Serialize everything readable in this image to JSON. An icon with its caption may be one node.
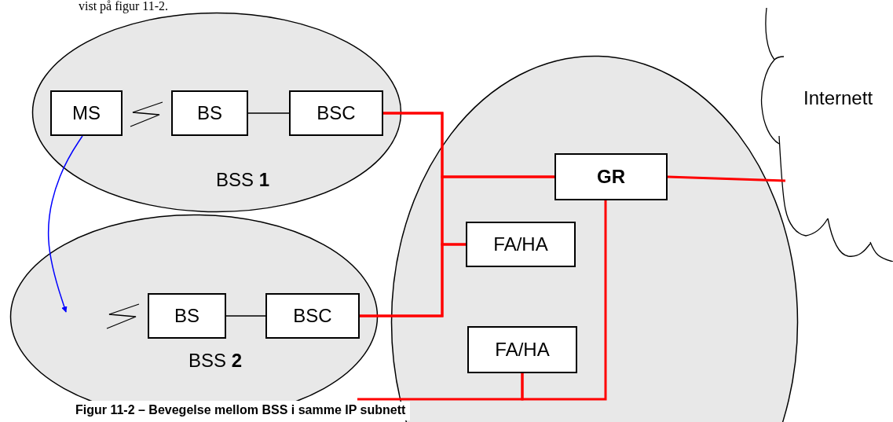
{
  "diagram": {
    "caption": "Figur 11-2 – Bevegelse mellom BSS i samme IP subnett",
    "nodes": [
      {
        "text": [
          "BSS **1**"
        ]
      },
      {
        "text": [
          "MS"
        ],
        "in": 0
      },
      {
        "text": [
          "BS"
        ],
        "in": 0
      },
      {
        "text": [
          "BSC"
        ],
        "in": 0
      },
      {
        "text": [
          "BSS **2**"
        ]
      },
      {
        "text": [
          "BS"
        ],
        "in": 4
      },
      {
        "text": [
          "BSC"
        ],
        "in": 4
      },
      {
        "text": [],
        "shape": "ellipse"
      },
      {
        "text": [
          "GR"
        ],
        "in": 7
      },
      {
        "text": [
          "FA/HA"
        ],
        "in": 7
      },
      {
        "text": [
          "FA/HA"
        ],
        "in": 7
      },
      {
        "text": [
          "Internett"
        ]
      }
    ],
    "edges": [
      {
        "from": 2,
        "to": 3,
        "arrow": "none",
        "color": "#000000"
      },
      {
        "from": 5,
        "to": 6,
        "arrow": "none",
        "color": "#000000"
      },
      {
        "from": 1,
        "to": 4,
        "arrow": "to",
        "color": "#0000ff"
      },
      {
        "from": 3,
        "to": 8,
        "arrow": "none"
      },
      {
        "from": 3,
        "to": 9,
        "arrow": "none"
      },
      {
        "from": 6,
        "to": 8,
        "arrow": "none"
      },
      {
        "from": 6,
        "to": 9,
        "arrow": "none"
      },
      {
        "from": 8,
        "to": 11,
        "arrow": "none"
      },
      {
        "from": 8,
        "to": 10,
        "arrow": "none"
      },
      {
        "from": 10,
        "to": null,
        "arrow": "none"
      }
    ],
    "labels": [
      "vist på figur 11-2."
    ]
  }
}
